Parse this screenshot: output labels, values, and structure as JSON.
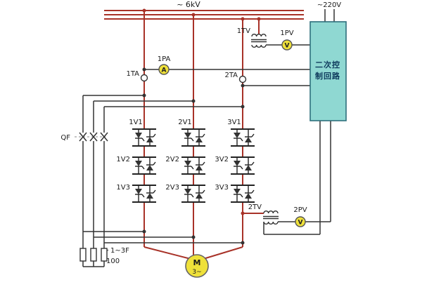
{
  "diagram": {
    "labels": {
      "bus_voltage": "~ 6kV",
      "control_supply": "~220V",
      "pt1": "1TV",
      "pv1": "1PV",
      "pa1": "1PA",
      "ct1": "1TA",
      "ct2": "2TA",
      "pt2": "2TV",
      "pv2": "2PV",
      "breaker": "QF",
      "fuse_name": "1~3F",
      "fuse_value": "100"
    },
    "meters": {
      "pa1_dial": "A",
      "pv1_dial": "V",
      "pv2_dial": "V"
    },
    "control_box": {
      "line1": "二次控",
      "line2": "制回路"
    },
    "thyristor_labels": [
      "1V1",
      "2V1",
      "3V1",
      "1V2",
      "2V2",
      "3V2",
      "1V3",
      "2V3",
      "3V3"
    ],
    "motor": {
      "letter": "M",
      "phases": "3~"
    },
    "colors": {
      "power_line": "#a83228",
      "control_line": "#333333",
      "meter_fill": "#efe13a",
      "motor_fill": "#efe13a",
      "control_box_fill": "#8fd8d2",
      "control_box_border": "#2e6f7c"
    }
  }
}
